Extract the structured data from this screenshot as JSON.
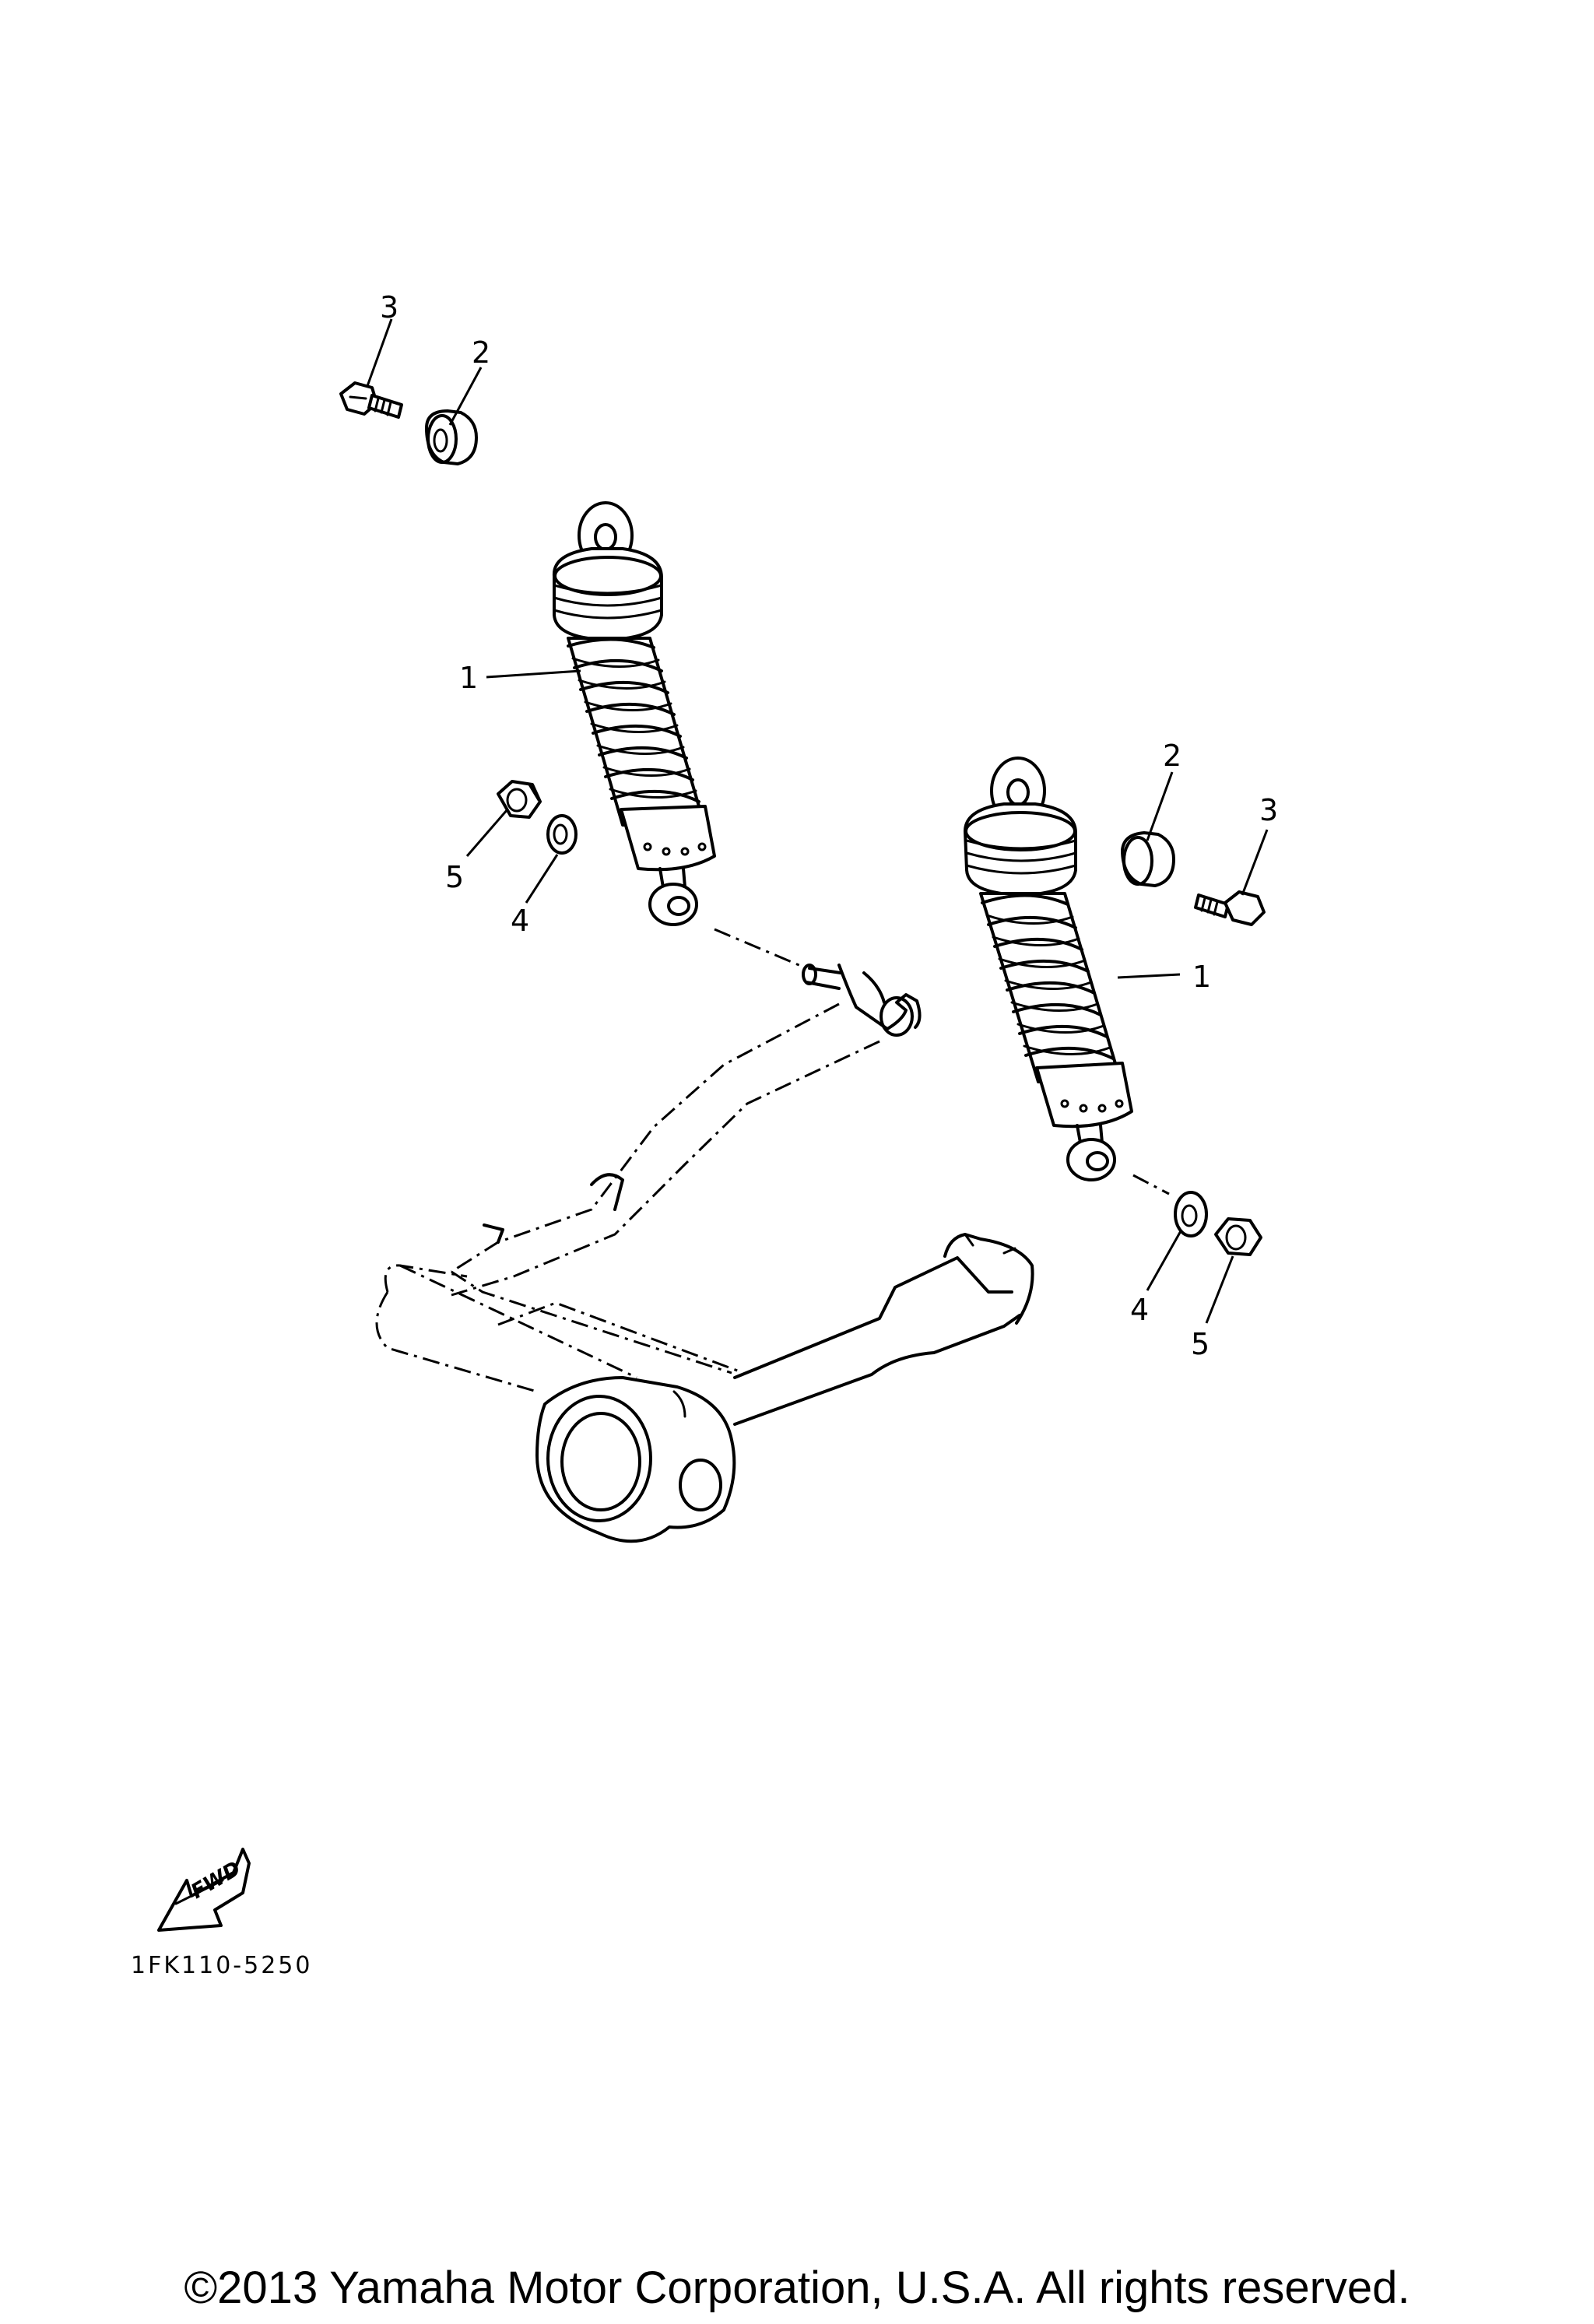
{
  "diagram": {
    "callouts": [
      {
        "id": "c3a",
        "label": "3"
      },
      {
        "id": "c2a",
        "label": "2"
      },
      {
        "id": "c1a",
        "label": "1"
      },
      {
        "id": "c5a",
        "label": "5"
      },
      {
        "id": "c4a",
        "label": "4"
      },
      {
        "id": "c2b",
        "label": "2"
      },
      {
        "id": "c3b",
        "label": "3"
      },
      {
        "id": "c1b",
        "label": "1"
      },
      {
        "id": "c4b",
        "label": "4"
      },
      {
        "id": "c5b",
        "label": "5"
      }
    ],
    "fwd_label": "FWD",
    "drawing_code": "1FK110-5250"
  },
  "footer": {
    "copyright": "©2013 Yamaha Motor Corporation, U.S.A. All rights reserved."
  }
}
